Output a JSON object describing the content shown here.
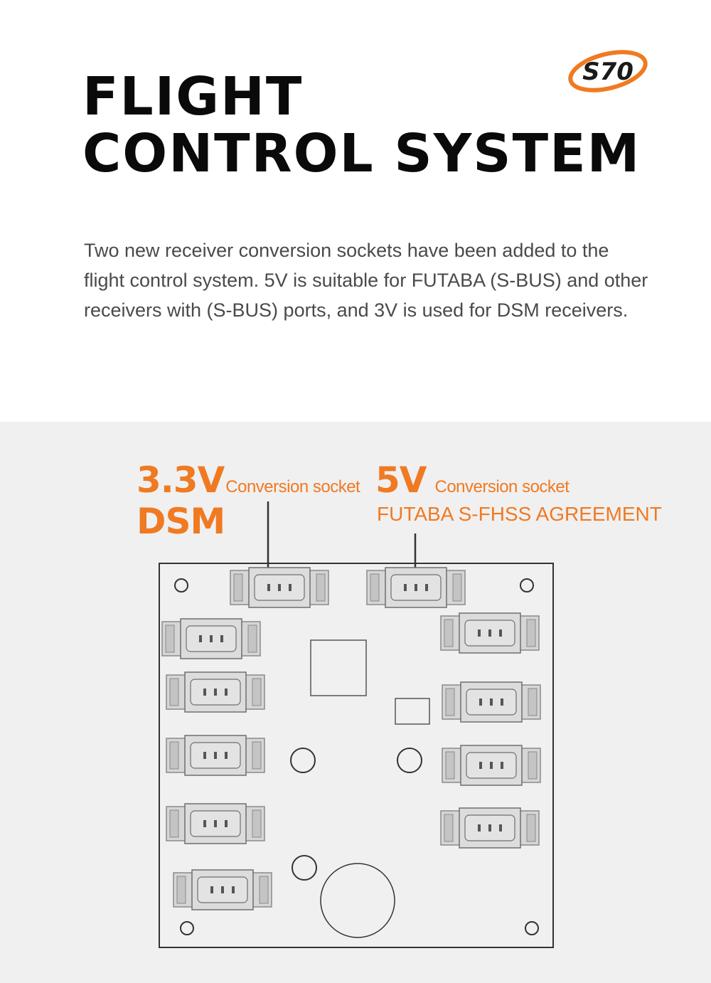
{
  "header": {
    "title_line1": "FLIGHT",
    "title_line2": "CONTROL SYSTEM",
    "logo_text": "S70"
  },
  "description": "Two new receiver conversion sockets have been added to the flight control system. 5V is suitable for FUTABA (S-BUS) and other receivers with (S-BUS) ports, and 3V is used for DSM receivers.",
  "diagram": {
    "left_label": {
      "voltage": "3.3V",
      "caption": "Conversion socket",
      "protocol": "DSM"
    },
    "right_label": {
      "voltage": "5V",
      "caption": "Conversion socket",
      "protocol": "FUTABA S-FHSS AGREEMENT"
    }
  },
  "colors": {
    "accent": "#f07a22",
    "title": "#0a0a0a",
    "body_text": "#4a4a4a",
    "diagram_bg": "#f0f0f0",
    "connector_fill": "#d6d6d6",
    "line": "#333333"
  }
}
